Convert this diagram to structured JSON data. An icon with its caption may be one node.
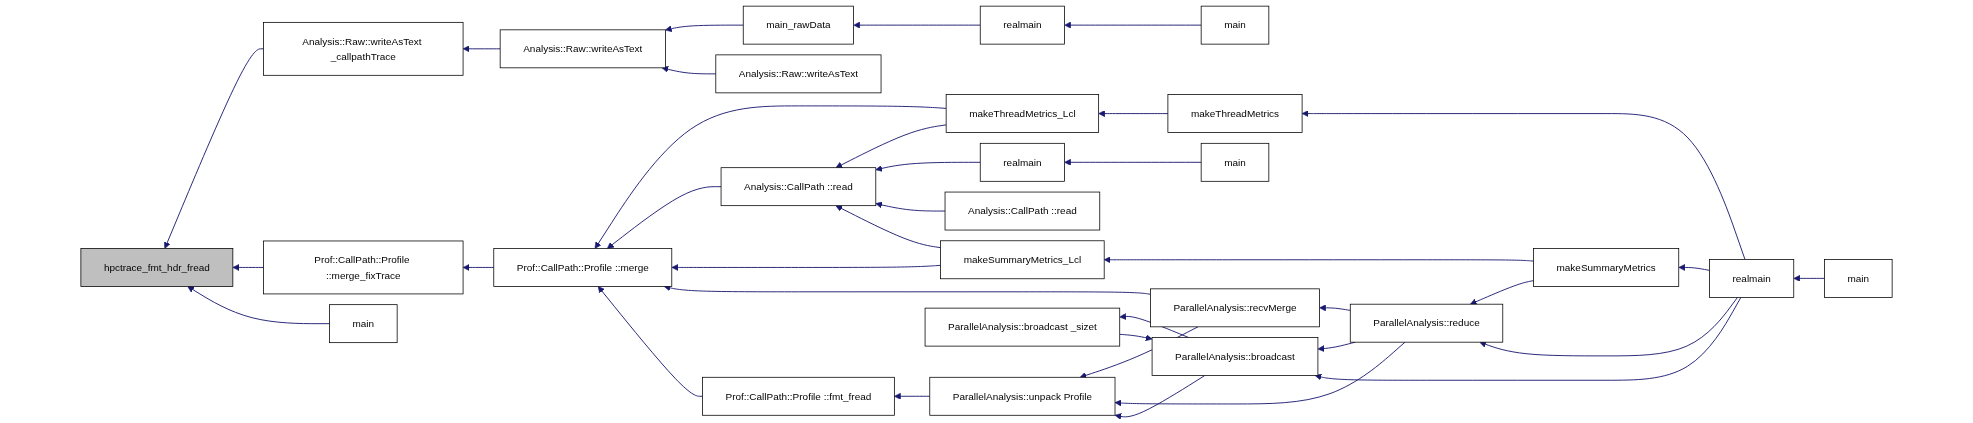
{
  "diagram": {
    "nodes": [
      {
        "text": [
          "hpctrace_fmt_hdr_fread"
        ]
      },
      {
        "text": [
          "Analysis::Raw::writeAsText _callpathTrace"
        ]
      },
      {
        "text": [
          "Prof::CallPath::Profile ::merge_fixTrace"
        ]
      },
      {
        "text": [
          "main"
        ]
      },
      {
        "text": [
          "Analysis::Raw::writeAsText"
        ]
      },
      {
        "text": [
          "Prof::CallPath::Profile ::merge"
        ]
      },
      {
        "text": [
          "main_rawData"
        ]
      },
      {
        "text": [
          "Analysis::Raw::writeAsText"
        ]
      },
      {
        "text": [
          "realmain"
        ]
      },
      {
        "text": [
          "main"
        ]
      },
      {
        "text": [
          "makeThreadMetrics_Lcl"
        ]
      },
      {
        "text": [
          "Analysis::CallPath ::read"
        ]
      },
      {
        "text": [
          "realmain"
        ]
      },
      {
        "text": [
          "main"
        ]
      },
      {
        "text": [
          "Analysis::CallPath ::read"
        ]
      },
      {
        "text": [
          "makeSummaryMetrics_Lcl"
        ]
      },
      {
        "text": [
          "ParallelAnalysis::recvMerge"
        ]
      },
      {
        "text": [
          "Prof::CallPath::Profile ::fmt_fread"
        ]
      },
      {
        "text": [
          "ParallelAnalysis::unpack Profile"
        ]
      },
      {
        "text": [
          "ParallelAnalysis::broadcast"
        ]
      },
      {
        "text": [
          "ParallelAnalysis::broadcast _sizet"
        ]
      },
      {
        "text": [
          "ParallelAnalysis::reduce"
        ]
      },
      {
        "text": [
          "makeThreadMetrics"
        ]
      },
      {
        "text": [
          "makeSummaryMetrics"
        ]
      },
      {
        "text": [
          "realmain"
        ]
      },
      {
        "text": [
          "main"
        ]
      }
    ],
    "edges": [
      {
        "from": 1,
        "to": 0,
        "arrow": "to"
      },
      {
        "from": 2,
        "to": 0,
        "arrow": "to"
      },
      {
        "from": 3,
        "to": 0,
        "arrow": "to"
      },
      {
        "from": 4,
        "to": 1,
        "arrow": "to"
      },
      {
        "from": 5,
        "to": 2,
        "arrow": "to"
      },
      {
        "from": 6,
        "to": 4,
        "arrow": "to"
      },
      {
        "from": 7,
        "to": 4,
        "arrow": "to"
      },
      {
        "from": 8,
        "to": 6,
        "arrow": "to"
      },
      {
        "from": 9,
        "to": 8,
        "arrow": "to"
      },
      {
        "from": 10,
        "to": 5,
        "arrow": "to"
      },
      {
        "from": 11,
        "to": 5,
        "arrow": "to"
      },
      {
        "from": 15,
        "to": 5,
        "arrow": "to"
      },
      {
        "from": 16,
        "to": 5,
        "arrow": "to"
      },
      {
        "from": 17,
        "to": 5,
        "arrow": "to"
      },
      {
        "from": 10,
        "to": 11,
        "arrow": "to"
      },
      {
        "from": 12,
        "to": 11,
        "arrow": "to"
      },
      {
        "from": 14,
        "to": 11,
        "arrow": "to"
      },
      {
        "from": 15,
        "to": 11,
        "arrow": "to"
      },
      {
        "from": 13,
        "to": 12,
        "arrow": "to"
      },
      {
        "from": 22,
        "to": 10,
        "arrow": "to"
      },
      {
        "from": 23,
        "to": 15,
        "arrow": "to"
      },
      {
        "from": 21,
        "to": 16,
        "arrow": "to"
      },
      {
        "from": 18,
        "to": 17,
        "arrow": "to"
      },
      {
        "from": 16,
        "to": 18,
        "arrow": "to"
      },
      {
        "from": 21,
        "to": 18,
        "arrow": "to"
      },
      {
        "from": 19,
        "to": 18,
        "arrow": "to"
      },
      {
        "from": 21,
        "to": 19,
        "arrow": "to"
      },
      {
        "from": 24,
        "to": 19,
        "arrow": "to"
      },
      {
        "from": 20,
        "to": 19,
        "arrow": "to"
      },
      {
        "from": 19,
        "to": 20,
        "arrow": "to"
      },
      {
        "from": 23,
        "to": 21,
        "arrow": "to"
      },
      {
        "from": 24,
        "to": 21,
        "arrow": "to"
      },
      {
        "from": 24,
        "to": 22,
        "arrow": "to"
      },
      {
        "from": 24,
        "to": 23,
        "arrow": "to"
      },
      {
        "from": 25,
        "to": 24,
        "arrow": "to"
      }
    ]
  }
}
